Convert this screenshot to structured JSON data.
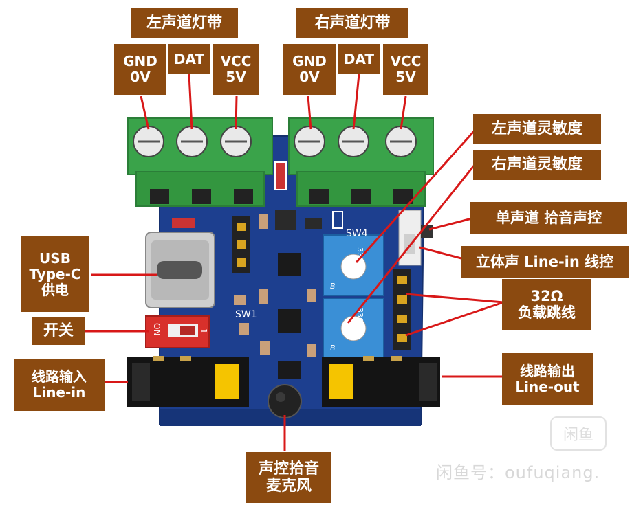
{
  "labels": {
    "left_strip": "左声道灯带",
    "right_strip": "右声道灯带",
    "gnd_l_1": "GND",
    "gnd_l_2": "0V",
    "dat_l": "DAT",
    "vcc_l_1": "VCC",
    "vcc_l_2": "5V",
    "gnd_r_1": "GND",
    "gnd_r_2": "0V",
    "dat_r": "DAT",
    "vcc_r_1": "VCC",
    "vcc_r_2": "5V",
    "left_sens": "左声道灵敏度",
    "right_sens": "右声道灵敏度",
    "mono_mic": "单声道 拾音声控",
    "stereo_line": "立体声 Line-in 线控",
    "load_1": "32Ω",
    "load_2": "负载跳线",
    "usb_1": "USB",
    "usb_2": "Type-C",
    "usb_3": "供电",
    "switch": "开关",
    "line_in_1": "线路输入",
    "line_in_2": "Line-in",
    "line_out_1": "线路输出",
    "line_out_2": "Line-out",
    "mic_1": "声控拾音",
    "mic_2": "麦克风"
  },
  "board_text": {
    "sw4": "SW4",
    "sw1": "SW1",
    "pot": "3362",
    "pot_b": "B",
    "on": "ON",
    "one": "1"
  },
  "watermark": {
    "text": "闲鱼号：oufuqiang.",
    "logo": "闲鱼"
  },
  "colors": {
    "label_bg": "#8b4a10",
    "arrow": "#d81818",
    "pcb": "#1d3f8f",
    "terminal": "#3aa34a",
    "pot": "#3a8fd6"
  }
}
